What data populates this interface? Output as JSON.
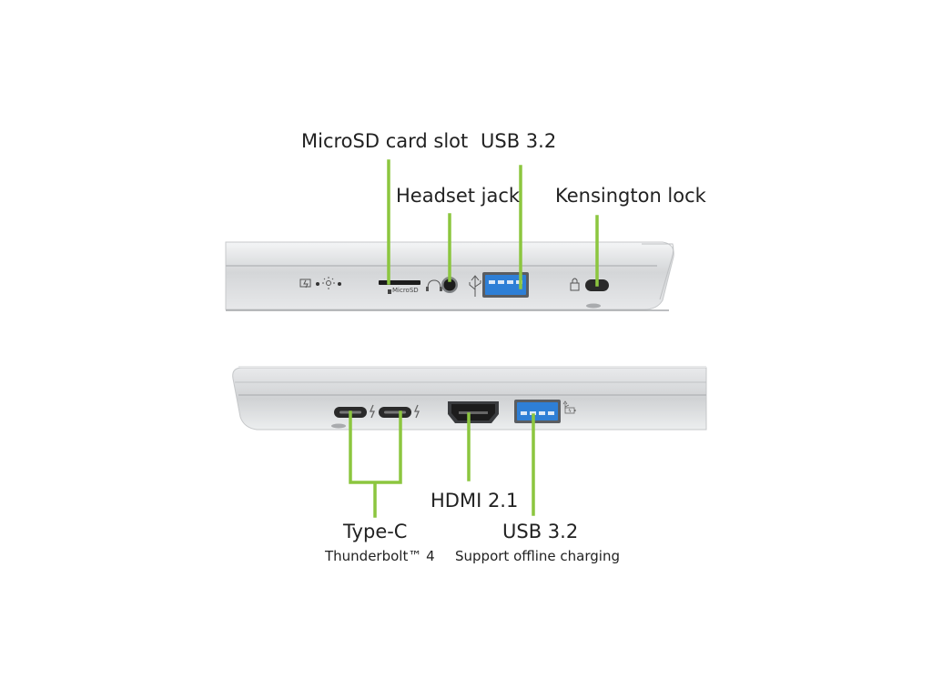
{
  "colors": {
    "callout": "#8cc63f",
    "usb_blue": "#2e7fd6",
    "chassis": "#d9dbdd",
    "chassis_edge": "#f1f2f3",
    "port_black": "#1c1c1c"
  },
  "top_view": {
    "labels": {
      "microsd": "MicroSD card slot",
      "usb": "USB 3.2",
      "headset": "Headset jack",
      "kensington": "Kensington lock"
    },
    "port_caption": "MicroSD",
    "indicator_icons": [
      "battery-charge-icon",
      "power-light-icon"
    ],
    "lock_icon": "lock-icon",
    "usb_icon": "usb-icon",
    "headset_icon": "headset-icon"
  },
  "bottom_view": {
    "labels": {
      "type_c": "Type-C",
      "type_c_sub": "Thunderbolt™ 4",
      "hdmi": "HDMI 2.1",
      "usb": "USB 3.2",
      "usb_sub": "Support offline charging"
    },
    "port_icons": [
      "thunderbolt-icon",
      "thunderbolt-icon",
      "usb-charge-icon"
    ]
  }
}
